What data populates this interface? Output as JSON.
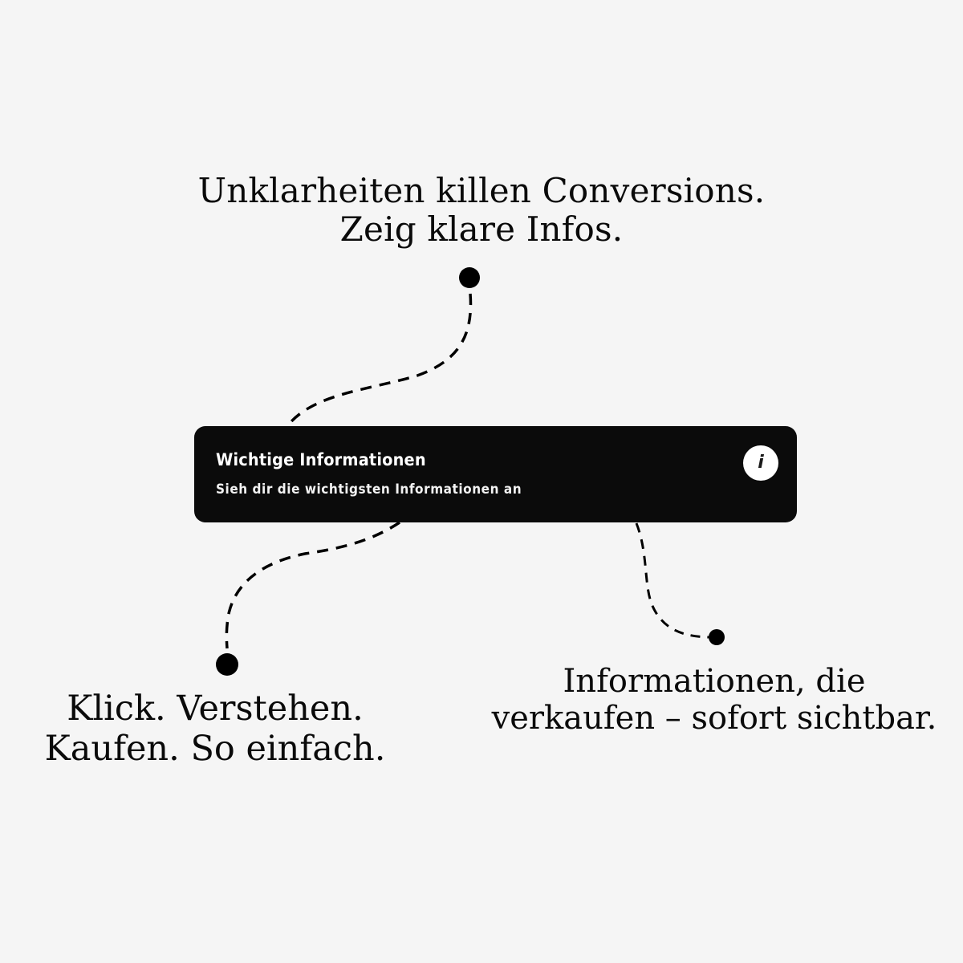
{
  "captions": {
    "top": {
      "line1": "Unklarheiten killen Conversions.",
      "line2": "Zeig klare Infos."
    },
    "bottom_left": {
      "line1": "Klick. Verstehen.",
      "line2": "Kaufen. So einfach."
    },
    "bottom_right": {
      "line1": "Informationen, die",
      "line2": "verkaufen – sofort sichtbar."
    }
  },
  "info_card": {
    "title": "Wichtige Informationen",
    "subtitle": "Sieh dir die wichtigsten Informationen an",
    "icon": "info-icon",
    "icon_glyph": "i"
  },
  "colors": {
    "background": "#f5f5f5",
    "card": "#0b0b0b",
    "card_text": "#ffffff",
    "connector": "#000000"
  }
}
